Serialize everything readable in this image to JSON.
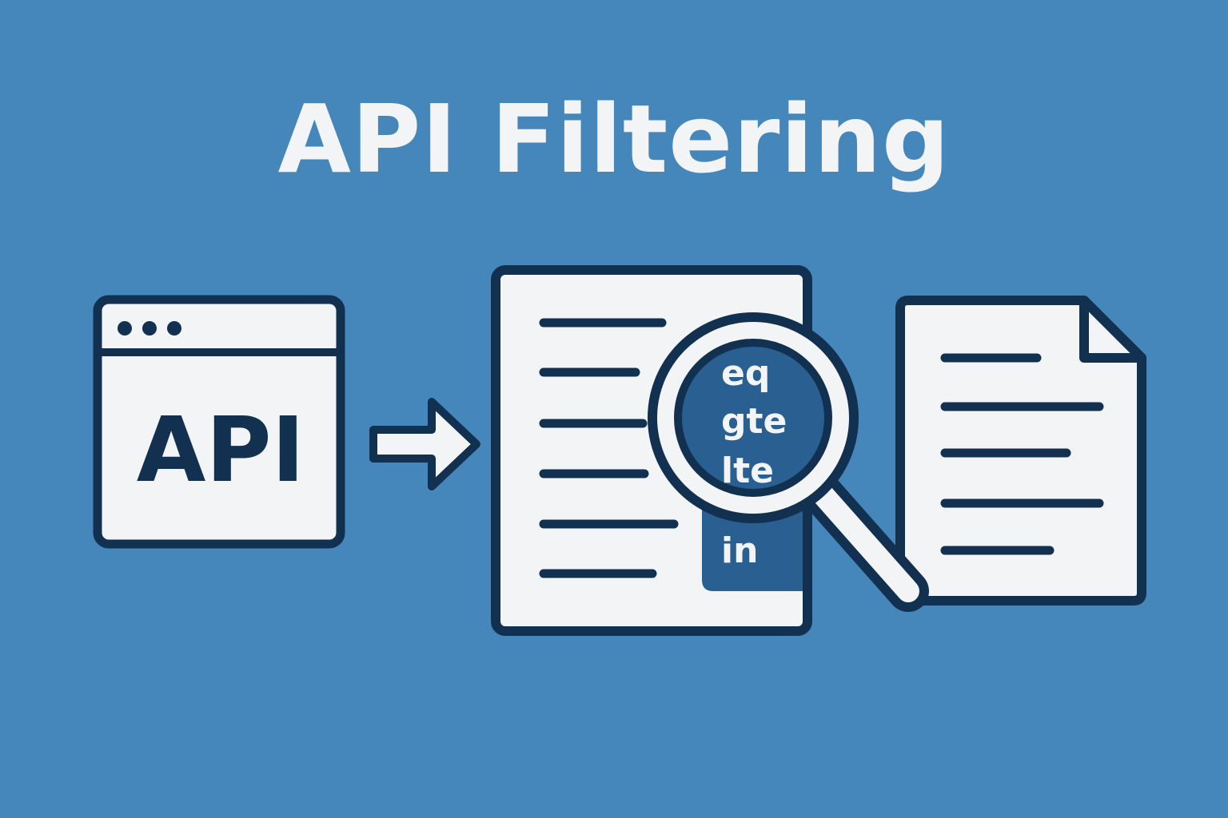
{
  "title": "API Filtering",
  "api_window": {
    "label": "API"
  },
  "filter_operators": [
    "eq",
    "gte",
    "lte",
    "in"
  ],
  "icons": {
    "browser_window": "browser-window-icon",
    "arrow": "arrow-right-icon",
    "source_document": "document-icon",
    "magnifier": "magnifying-glass-icon",
    "result_document": "document-folded-icon"
  },
  "colors": {
    "background": "#4586bb",
    "stroke": "#12304f",
    "paper": "#f3f4f6",
    "filter_panel": "#2a5f91"
  }
}
